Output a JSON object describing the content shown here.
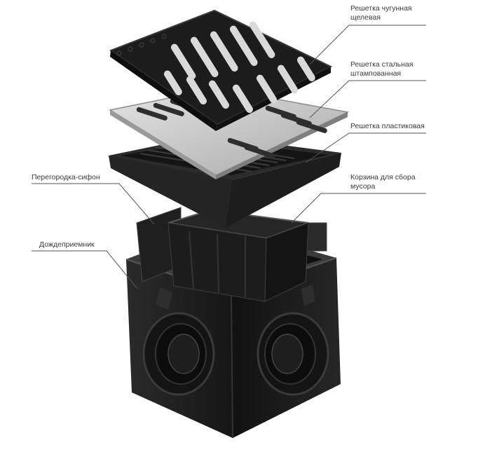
{
  "labels": {
    "cast_iron_grate": {
      "line1": "Решетка чугунная",
      "line2": "щелевая"
    },
    "steel_grate": {
      "line1": "Решетка стальная",
      "line2": "штампованная"
    },
    "plastic_grate": {
      "line1": "Решетка пластиковая"
    },
    "trash_basket": {
      "line1": "Корзина для сбора",
      "line2": "мусора"
    },
    "siphon_partition": {
      "line1": "Перегородка-сифон"
    },
    "rain_inlet": {
      "line1": "Дождеприемник"
    }
  },
  "colors": {
    "cast_iron": "#1c1c1c",
    "steel": "#c9c9c9",
    "plastic": "#2b2b2b",
    "body": "#1a1a1a",
    "leader": "#555555",
    "text": "#3a3a3a"
  },
  "icons": [
    "cast-iron-grate",
    "steel-grate",
    "plastic-grate",
    "trash-basket",
    "siphon-partition",
    "rain-inlet-body"
  ]
}
